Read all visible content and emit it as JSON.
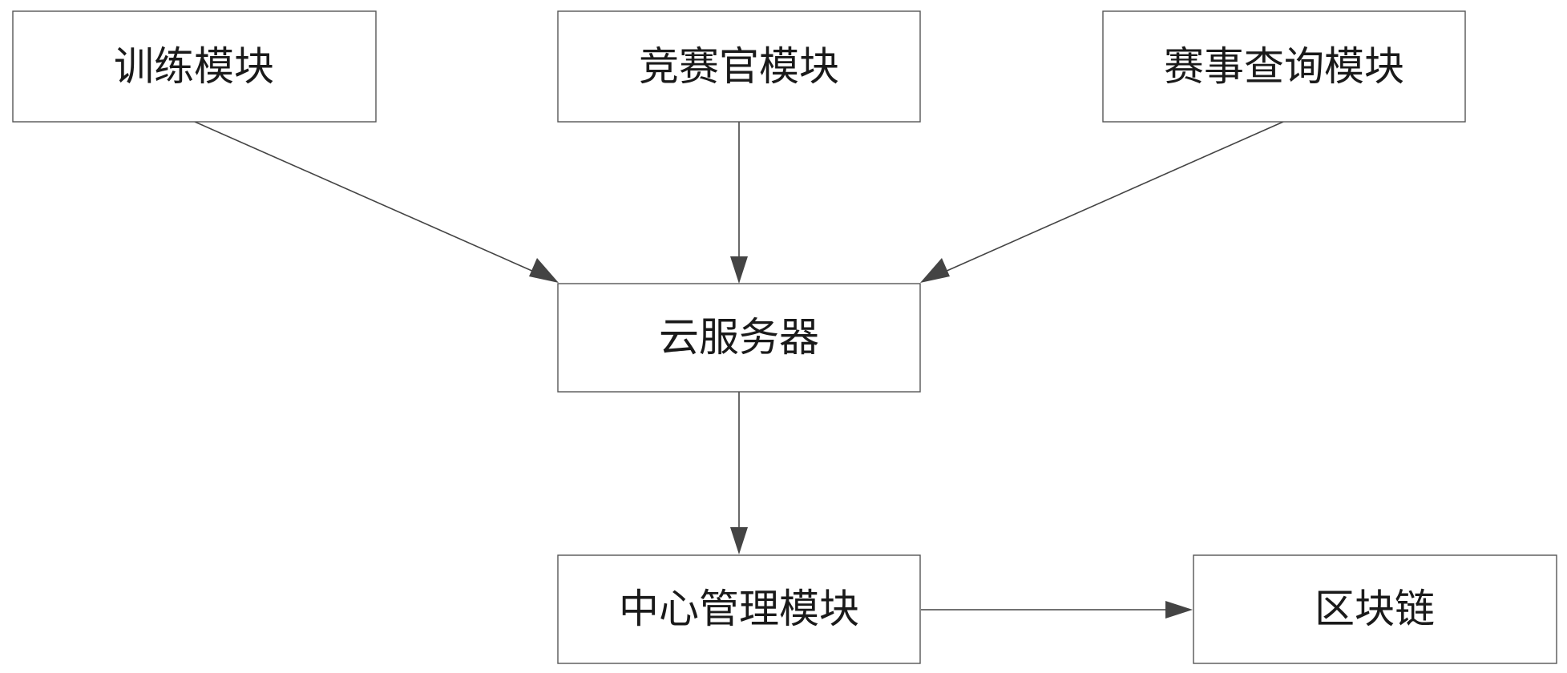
{
  "nodes": {
    "training": {
      "label": "训练模块"
    },
    "referee": {
      "label": "竞赛官模块"
    },
    "query": {
      "label": "赛事查询模块"
    },
    "cloud": {
      "label": "云服务器"
    },
    "center": {
      "label": "中心管理模块"
    },
    "blockchain": {
      "label": "区块链"
    }
  },
  "edges": [
    {
      "from": "training",
      "to": "cloud"
    },
    {
      "from": "referee",
      "to": "cloud"
    },
    {
      "from": "query",
      "to": "cloud"
    },
    {
      "from": "cloud",
      "to": "center"
    },
    {
      "from": "center",
      "to": "blockchain"
    }
  ],
  "colors": {
    "box_border": "#555555",
    "edge": "#444444",
    "text": "#1a1a1a",
    "background": "#ffffff"
  }
}
